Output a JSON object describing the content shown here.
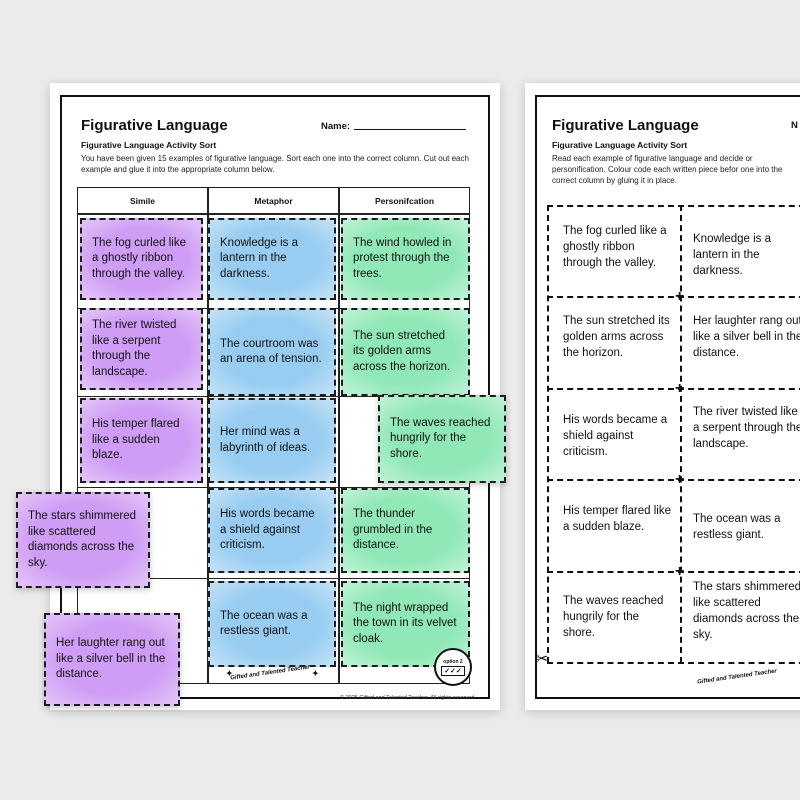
{
  "left_sheet": {
    "title": "Figurative Language",
    "name_label": "Name:",
    "subtitle": "Figurative Language Activity Sort",
    "instructions": "You have been given 15 examples of figurative language. Sort each one into the correct column. Cut out each example and glue it into the appropriate column below.",
    "columns": [
      "Simile",
      "Metaphor",
      "Personifcation"
    ],
    "badge_label": "option 2",
    "badge_checks": "✓✓✓",
    "brand": "Gifted and Talented Teacher",
    "footer": "© 2025 Gifted and Talented Teacher. All rights reserved.",
    "cards": {
      "simile_1": "The fog curled like a ghostly ribbon through the valley.",
      "simile_2": "The river twisted like a serpent through the landscape.",
      "simile_3": "His temper flared like a sudden blaze.",
      "simile_loose_1": "The stars shimmered like scattered diamonds across the sky.",
      "simile_loose_2": "Her laughter rang out like a silver bell in the distance.",
      "metaphor_1": "Knowledge is a lantern in the darkness.",
      "metaphor_2": "The courtroom was an arena of tension.",
      "metaphor_3": "Her mind was a labyrinth of ideas.",
      "metaphor_4": "His words became a shield against criticism.",
      "metaphor_5": "The ocean was a restless giant.",
      "personification_1": "The wind howled in protest through the trees.",
      "personification_2": "The sun stretched its golden arms across the horizon.",
      "personification_loose": "The waves reached hungrily for the shore.",
      "personification_3": "The thunder grumbled in the distance.",
      "personification_4": "The night wrapped the town in its velvet cloak."
    }
  },
  "right_sheet": {
    "title": "Figurative Language",
    "name_label": "N",
    "subtitle": "Figurative Language Activity Sort",
    "instructions": "Read each example of figurative language and decide or personification. Colour code each written piece befor one into the correct column by gluing it in place.",
    "brand": "Gifted and Talented Teacher",
    "cells": [
      [
        "The fog curled like a ghostly ribbon through the valley.",
        "Knowledge is a lantern in the darkness."
      ],
      [
        "The sun stretched its golden arms across the horizon.",
        "Her laughter rang out like a silver bell in the distance."
      ],
      [
        "His words became a shield against criticism.",
        "The river twisted like a serpent through the landscape."
      ],
      [
        "His temper flared like a sudden blaze.",
        "The ocean was a restless giant."
      ],
      [
        "The waves reached hungrily for the shore.",
        "The stars shimmered like scattered diamonds across the sky."
      ]
    ]
  },
  "colors": {
    "simile": "#cf9df5",
    "metaphor": "#98cdf1",
    "personification": "#8fe8b6",
    "background": "#ebebeb"
  },
  "icons": {
    "scissors": "scissors-icon",
    "sparkle": "sparkle-icon"
  }
}
